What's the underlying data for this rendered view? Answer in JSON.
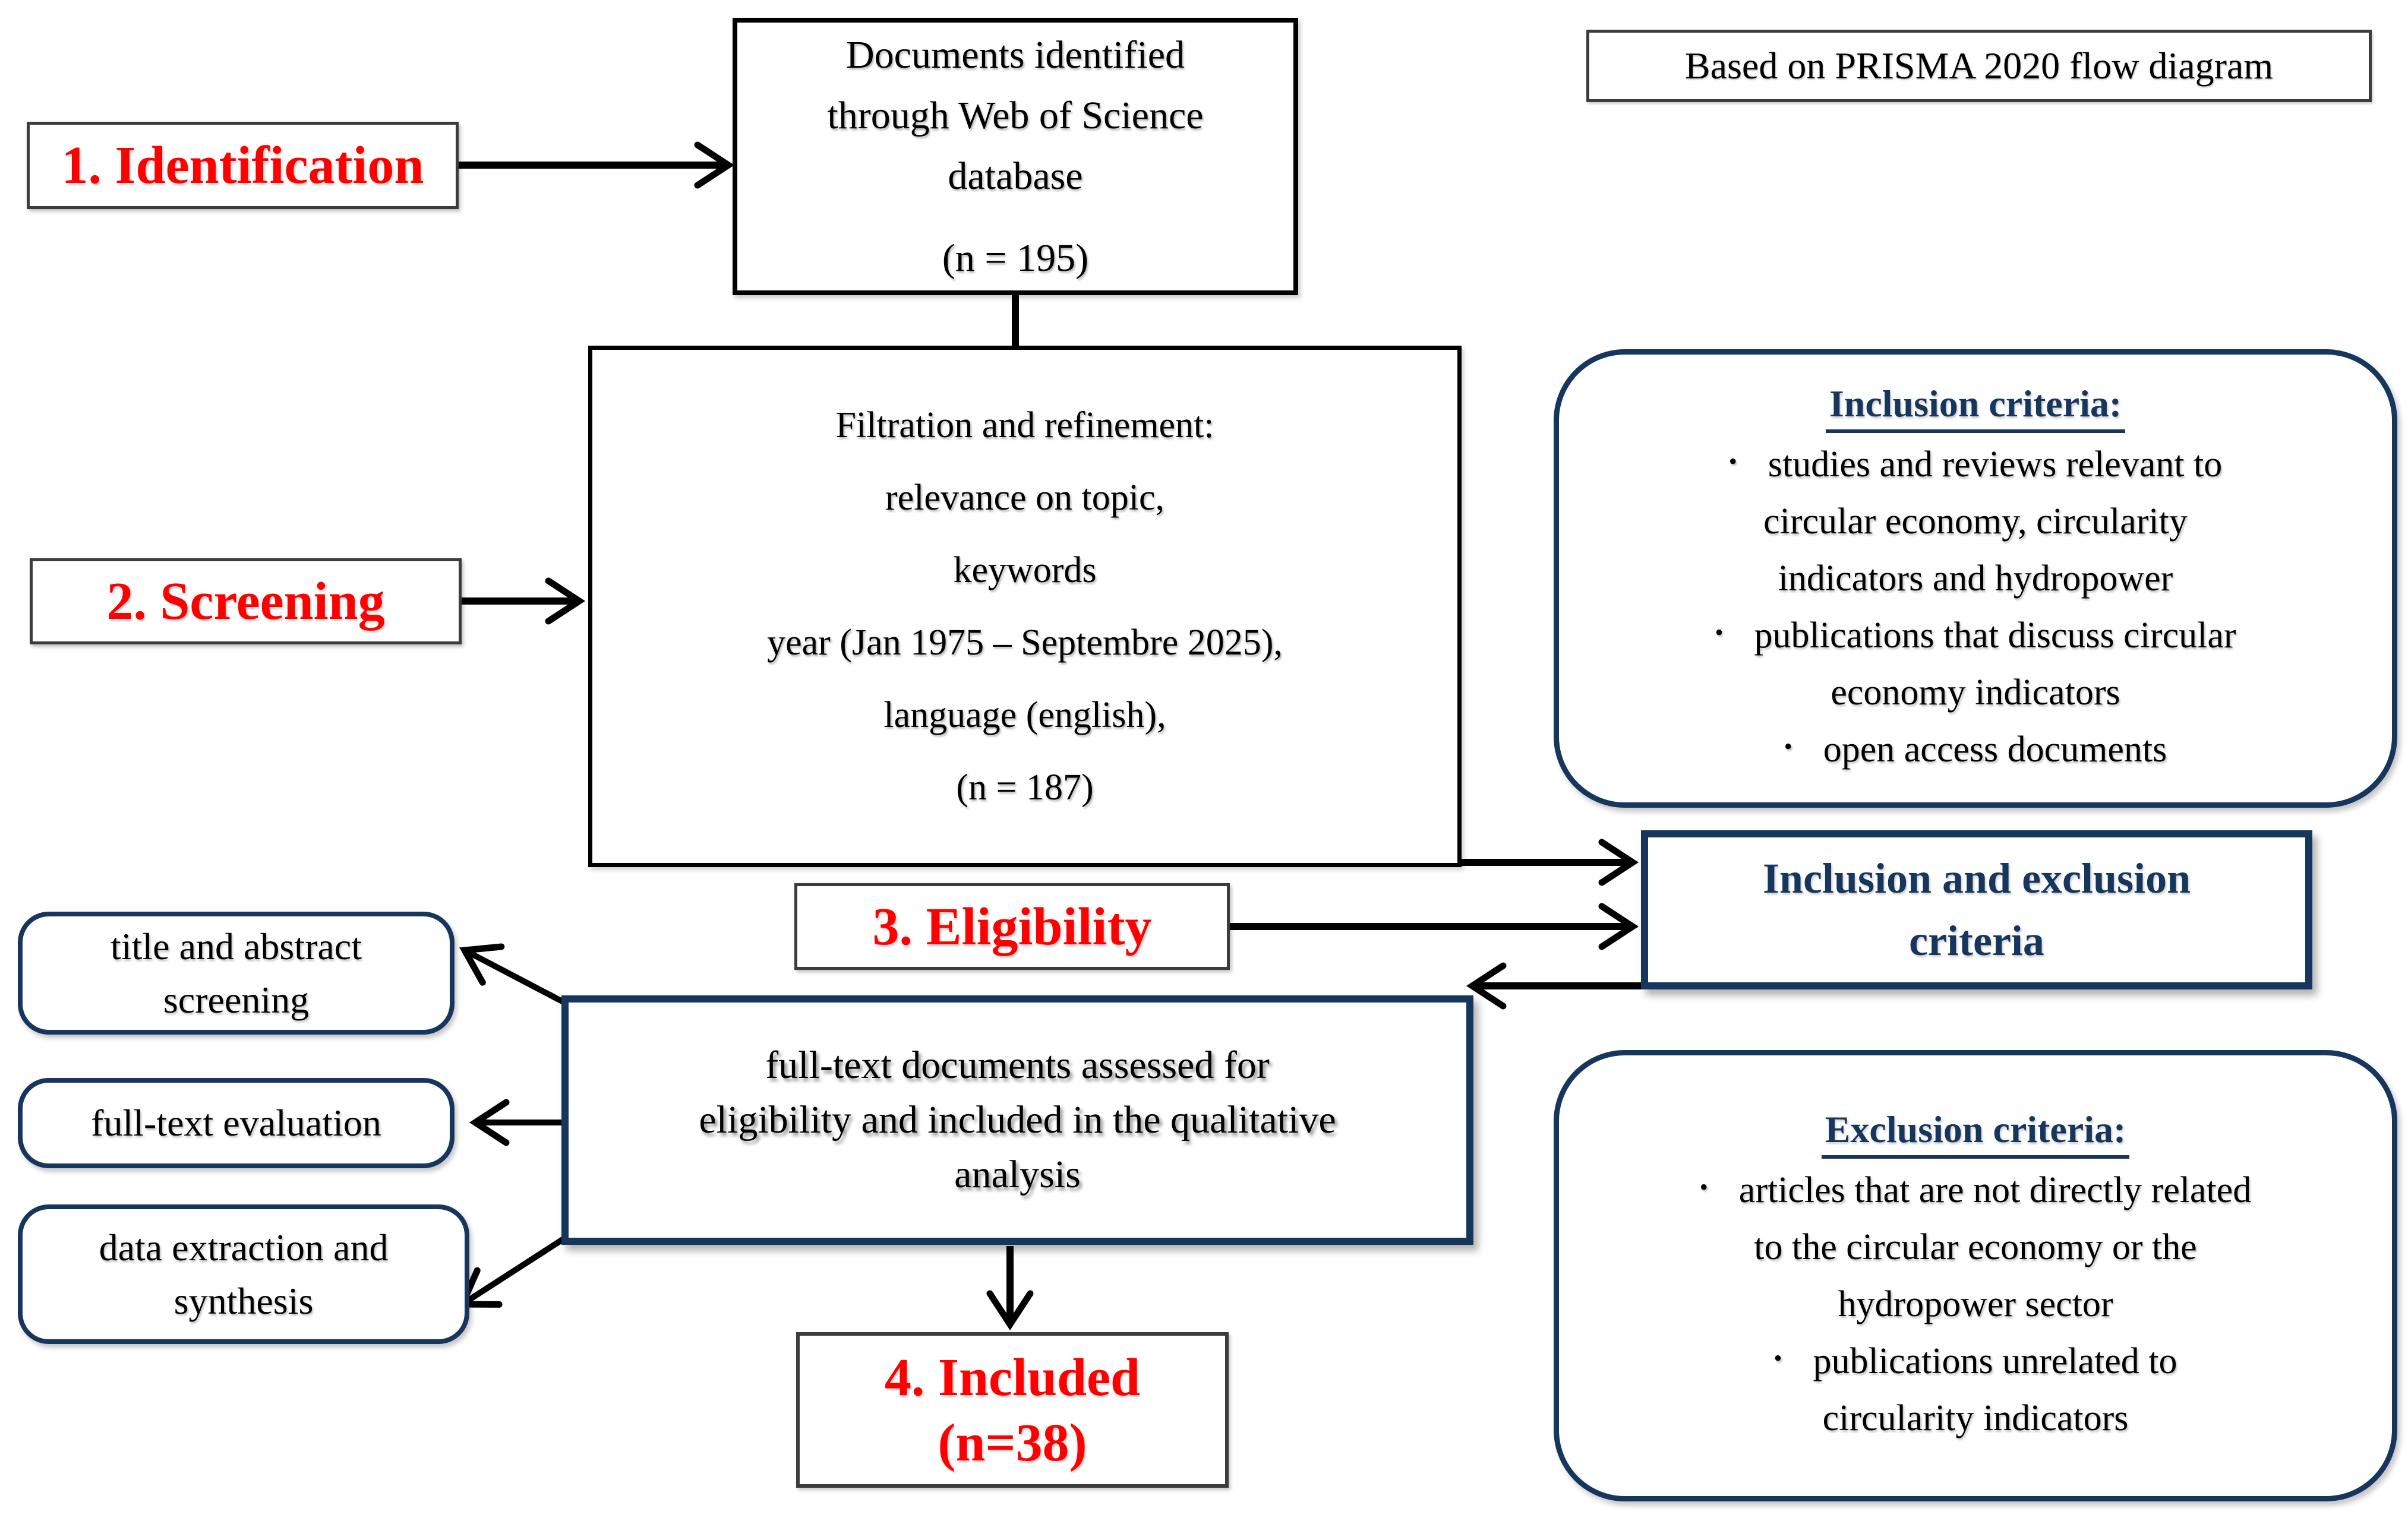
{
  "colors": {
    "accent_red": "#ff0000",
    "navy": "#17365d",
    "arrow": "#000000"
  },
  "note_box": {
    "text": "Based on PRISMA 2020 flow diagram"
  },
  "stages": {
    "identification": {
      "label": "1. Identification"
    },
    "screening": {
      "label": "2. Screening"
    },
    "eligibility": {
      "label": "3. Eligibility"
    },
    "included": {
      "line1": "4. Included",
      "line2": "(n=38)"
    }
  },
  "documents_box": {
    "line1": "Documents identified",
    "line2": "through Web of Science",
    "line3": "database",
    "count": "(n = 195)"
  },
  "filtration_box": {
    "line1": "Filtration and refinement:",
    "line2": "relevance on topic,",
    "line3": "keywords",
    "line4": "year (Jan 1975 – Septembre 2025),",
    "line5": "language (english),",
    "line6": "(n = 187)"
  },
  "criteria_link_box": {
    "line1": "Inclusion and exclusion",
    "line2": "criteria"
  },
  "fulltext_box": {
    "line1": "full-text documents assessed for",
    "line2": "eligibility and included in the qualitative",
    "line3": "analysis"
  },
  "process_boxes": {
    "title_abstract": {
      "line1": "title and abstract",
      "line2": "screening"
    },
    "fulltext_eval": {
      "line1": "full-text evaluation"
    },
    "data_extraction": {
      "line1": "data extraction and",
      "line2": "synthesis"
    }
  },
  "inclusion_box": {
    "title": "Inclusion criteria:",
    "bullet_char": "•",
    "bullets": [
      {
        "lines": [
          "studies and reviews relevant to",
          "circular economy, circularity",
          "indicators and hydropower"
        ]
      },
      {
        "lines": [
          "publications that discuss circular",
          "economy indicators"
        ]
      },
      {
        "lines": [
          "open access documents"
        ]
      }
    ]
  },
  "exclusion_box": {
    "title": "Exclusion criteria:",
    "bullet_char": "•",
    "bullets": [
      {
        "lines": [
          "articles that are not directly related",
          "to the circular economy or the",
          "hydropower sector"
        ]
      },
      {
        "lines": [
          "publications unrelated to",
          "circularity indicators"
        ]
      }
    ]
  }
}
